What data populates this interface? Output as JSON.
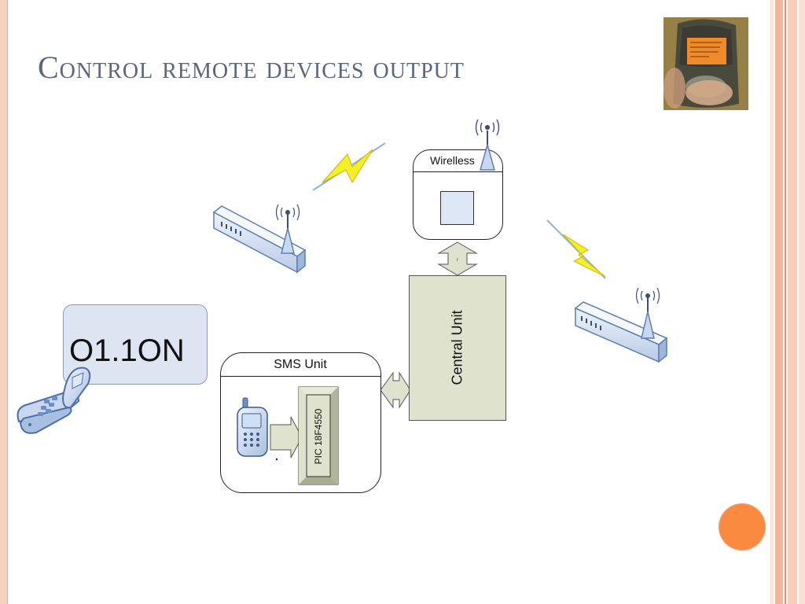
{
  "slide": {
    "title": "Control remote devices output"
  },
  "diagram": {
    "sms_message": "O1.1ON",
    "sms_unit_label": "SMS Unit",
    "microcontroller_label": "PIC 18F4550",
    "central_unit_label": "Central Unit",
    "wireless_label": "Wirelless"
  },
  "colors": {
    "accent": "#f98a3f",
    "title": "#5c6679",
    "box_fill": "#dfe2cc",
    "bubble_fill": "#dde5f2",
    "lightning": "#f5ef2a"
  },
  "icons": [
    "flip-phone-icon",
    "mobile-phone-icon",
    "wireless-switch-icon",
    "antenna-icon",
    "lightning-icon",
    "bidirectional-arrow-icon"
  ]
}
